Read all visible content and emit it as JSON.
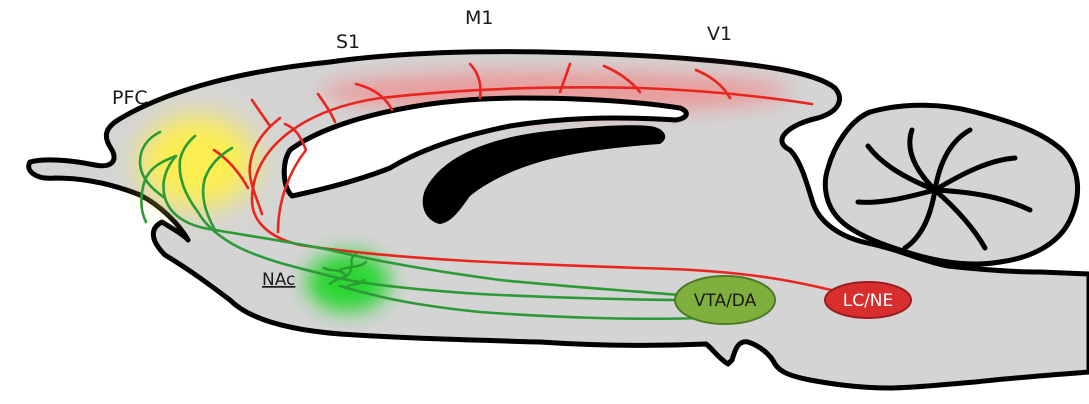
{
  "labels": {
    "pfc": "PFC",
    "s1": "S1",
    "m1": "M1",
    "v1": "V1",
    "nac": "NAc",
    "vta_da": "VTA/DA",
    "lc_ne": "LC/NE"
  },
  "colors": {
    "brain_fill": "#d4d4d4",
    "outline": "#000000",
    "noradrenergic_pathway": "#e8251f",
    "dopaminergic_pathway": "#2c9a36",
    "pfc_highlight": "#fff04a",
    "cortex_highlight": "#f08a8a",
    "nac_highlight": "#22d62a",
    "vta_fill": "#7fb03e",
    "lc_fill": "#d82e2e"
  }
}
